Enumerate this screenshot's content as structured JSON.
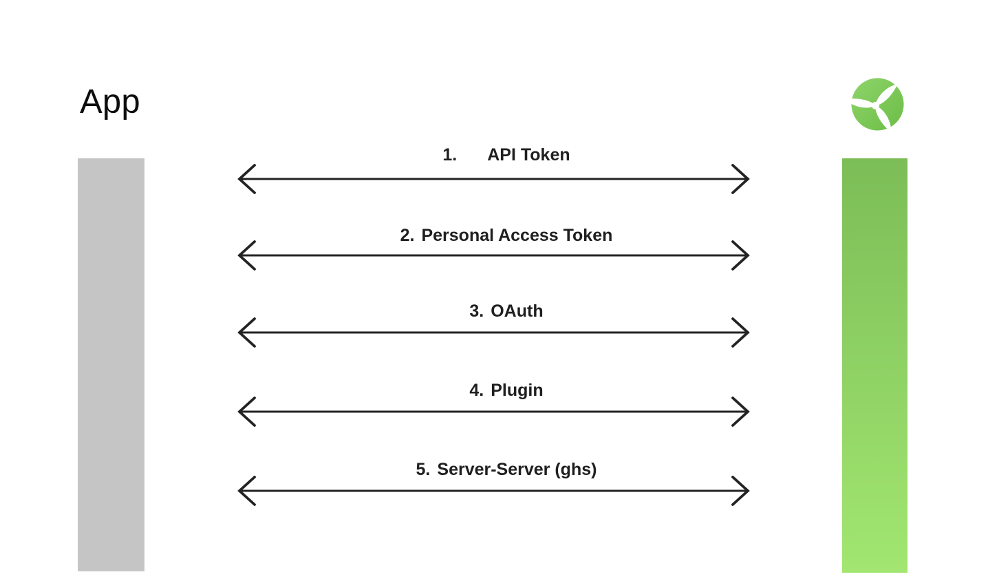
{
  "app": {
    "title": "App"
  },
  "logo": {
    "name": "propeller-logo"
  },
  "methods": [
    {
      "number": "1.",
      "name": "API Token"
    },
    {
      "number": "2.",
      "name": "Personal Access Token"
    },
    {
      "number": "3.",
      "name": "OAuth"
    },
    {
      "number": "4.",
      "name": "Plugin"
    },
    {
      "number": "5.",
      "name": "Server-Server (ghs)"
    }
  ],
  "colors": {
    "background": "#ffffff",
    "text": "#1b1b1b",
    "left_bar": "#c5c5c5",
    "right_bar_top": "#7cbd57",
    "right_bar_bottom": "#a2e671",
    "arrow": "#232323",
    "logo_top": "#8ed46b",
    "logo_bottom": "#6cbd46"
  }
}
